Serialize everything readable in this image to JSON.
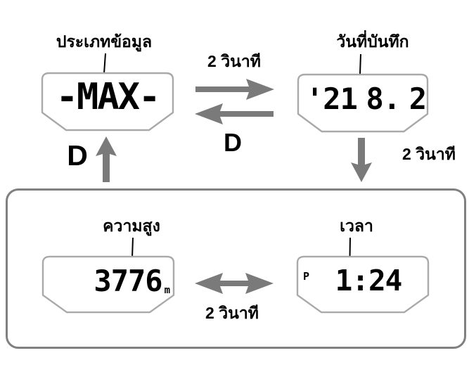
{
  "colors": {
    "arrow_gray": "#7a7a7a",
    "lcd_frame_gray": "#a9a9a9",
    "panel_border_gray": "#808080",
    "text_black": "#000000",
    "background": "#ffffff"
  },
  "screens": {
    "data_type": {
      "label": "ประเภทข้อมูล",
      "value": "-MAX-"
    },
    "recorded_date": {
      "label": "วันที่บันทึก",
      "year": "'21",
      "month": "8.",
      "day": "2"
    },
    "altitude": {
      "label": "ความสูง",
      "value": "3776",
      "unit": "m"
    },
    "time": {
      "label": "เวลา",
      "indicator": "P",
      "value": "1:24"
    }
  },
  "annotations": {
    "top_interval": "2 วินาที",
    "top_button": "D",
    "left_button": "D",
    "right_interval": "2 วินาที",
    "bottom_interval": "2 วินาที"
  }
}
